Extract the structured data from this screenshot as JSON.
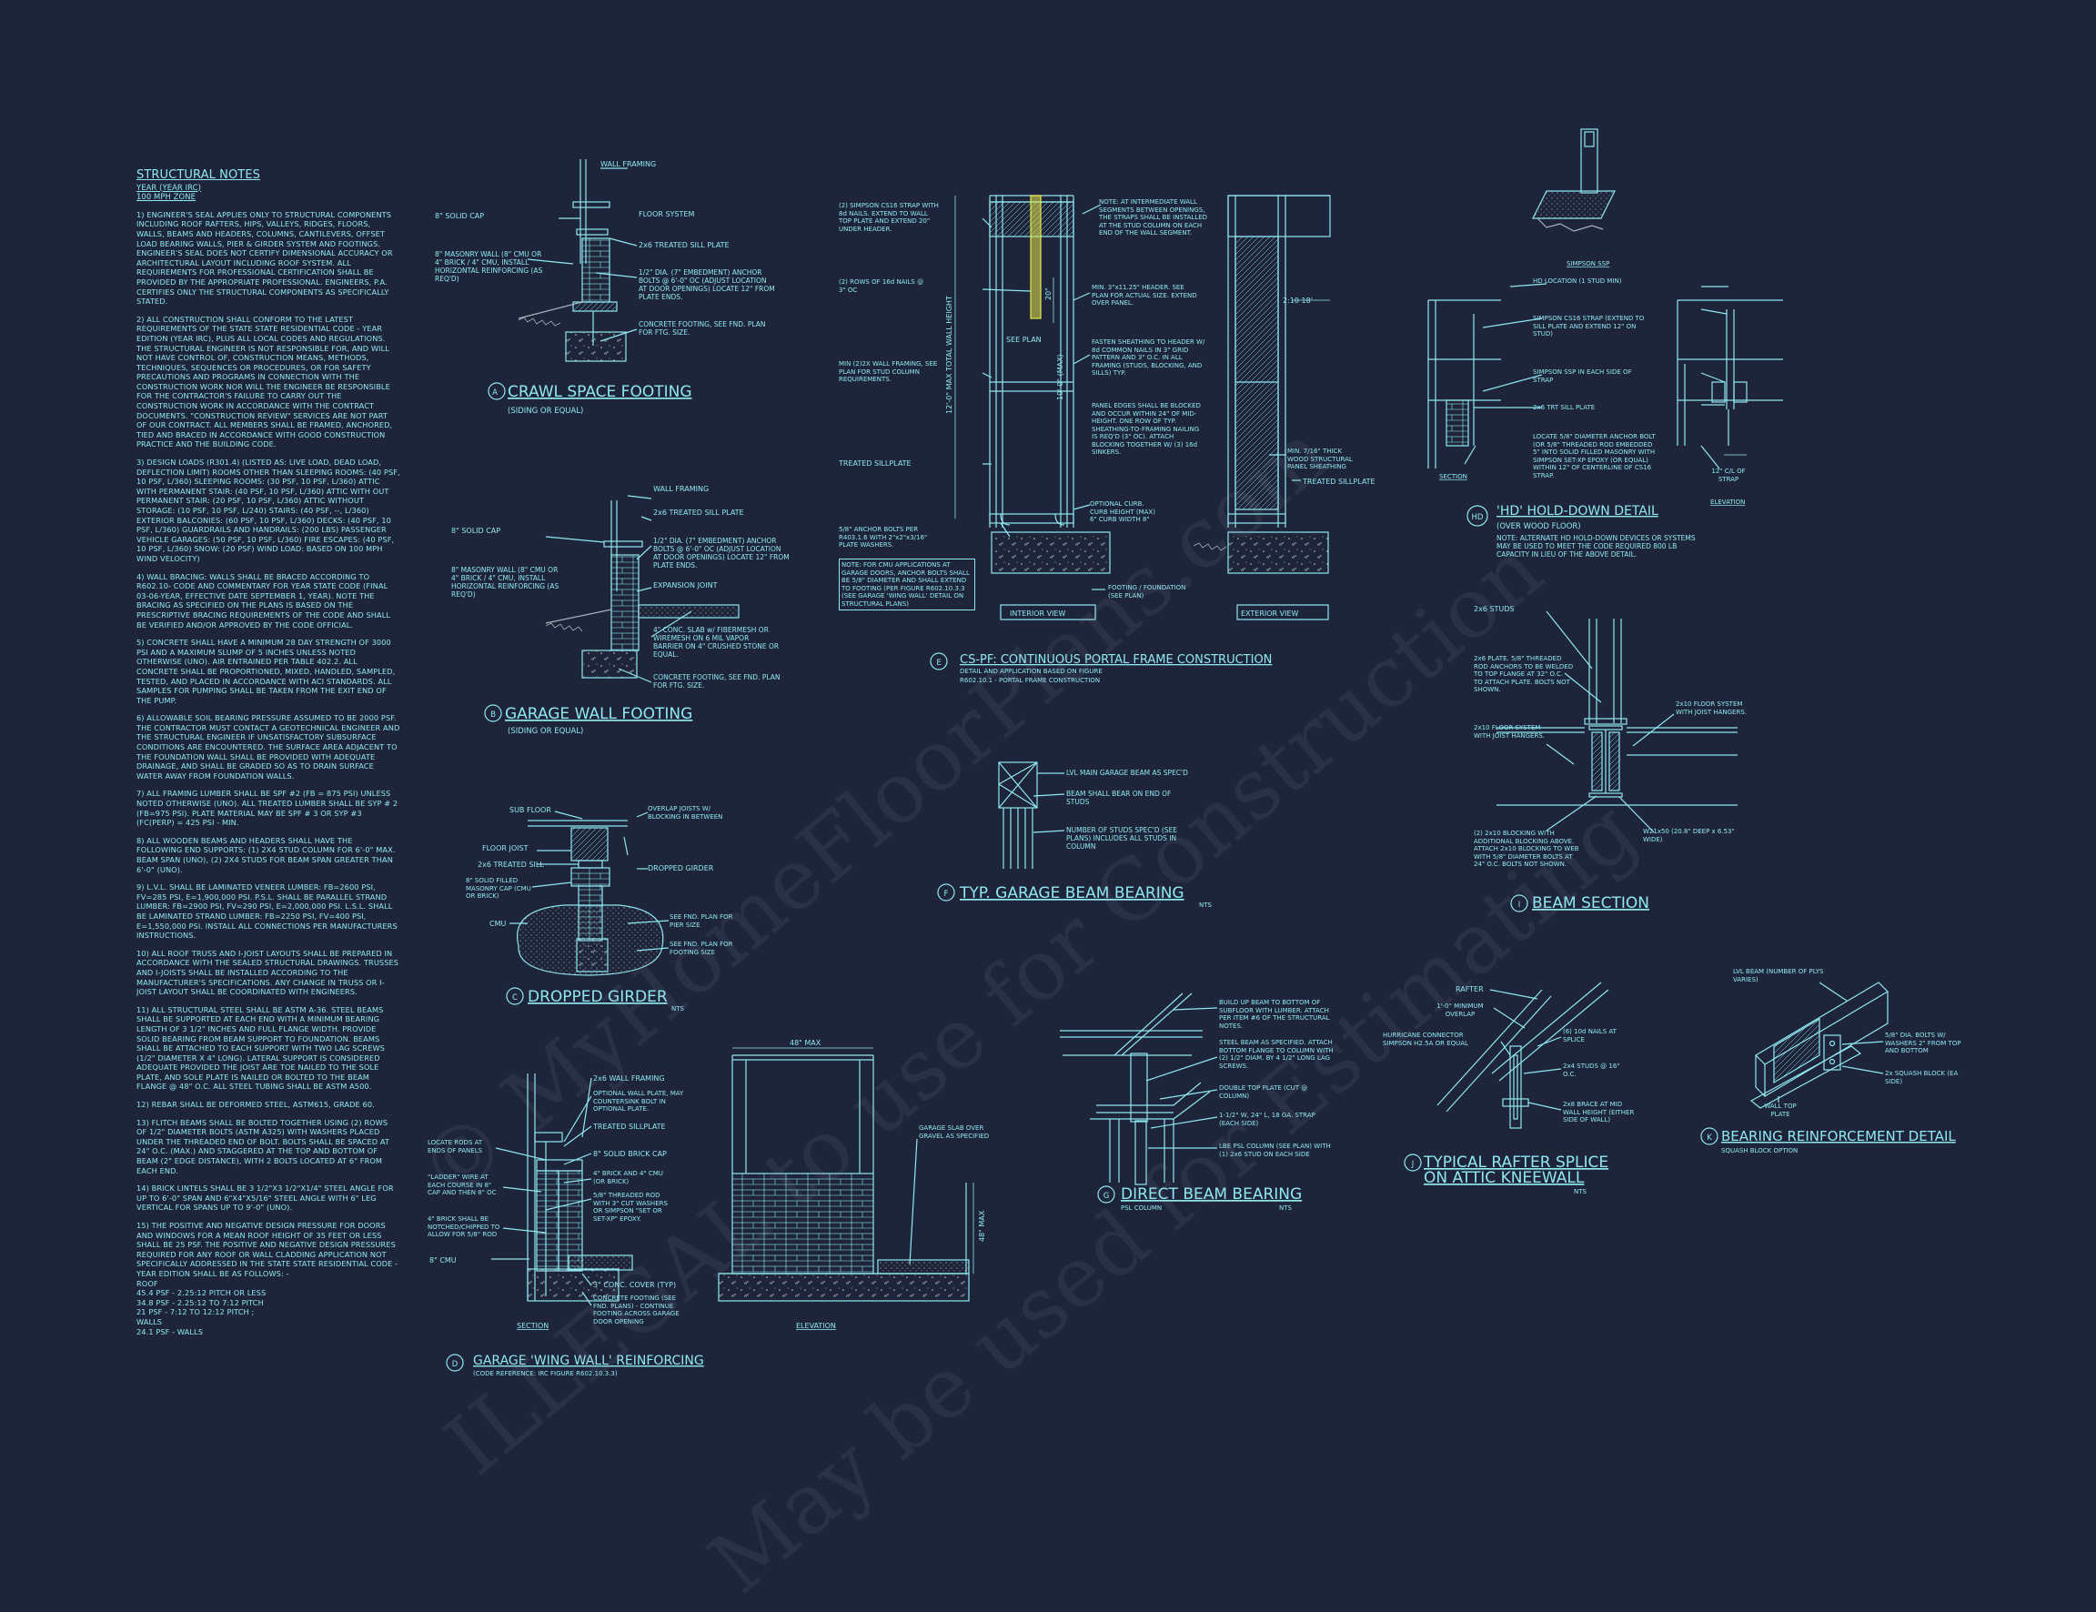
{
  "notes": {
    "title": "STRUCTURAL NOTES",
    "sub1": "YEAR (YEAR IRC)",
    "sub2": "100 mph ZONE",
    "paragraphs": [
      "1) ENGINEER'S SEAL APPLIES ONLY TO STRUCTURAL COMPONENTS INCLUDING ROOF RAFTERS, HIPS, VALLEYS, RIDGES, FLOORS, WALLS, BEAMS AND HEADERS, COLUMNS, CANTILEVERS, OFFSET LOAD BEARING WALLS, PIER & GIRDER SYSTEM AND FOOTINGS. ENGINEER'S SEAL DOES NOT CERTIFY DIMENSIONAL ACCURACY OR ARCHITECTURAL LAYOUT INCLUDING ROOF SYSTEM. ALL REQUIREMENTS FOR PROFESSIONAL CERTIFICATION SHALL BE PROVIDED BY THE APPROPRIATE PROFESSIONAL. ENGINEERS, P.A. CERTIFIES ONLY THE STRUCTURAL COMPONENTS AS SPECIFICALLY STATED.",
      "2) ALL CONSTRUCTION SHALL CONFORM TO THE LATEST REQUIREMENTS OF THE STATE STATE RESIDENTIAL CODE - YEAR EDITION (YEAR IRC), PLUS ALL LOCAL CODES AND REGULATIONS. THE STRUCTURAL ENGINEER IS NOT RESPONSIBLE FOR, AND WILL NOT HAVE CONTROL OF, CONSTRUCTION MEANS, METHODS, TECHNIQUES, SEQUENCES OR PROCEDURES, OR FOR SAFETY PRECAUTIONS AND PROGRAMS IN CONNECTION WITH THE CONSTRUCTION WORK NOR WILL THE ENGINEER BE RESPONSIBLE FOR THE CONTRACTOR'S FAILURE TO CARRY OUT THE CONSTRUCTION WORK IN ACCORDANCE WITH THE CONTRACT DOCUMENTS. \"CONSTRUCTION REVIEW\" SERVICES ARE NOT PART OF OUR CONTRACT. ALL MEMBERS SHALL BE FRAMED, ANCHORED, TIED AND BRACED IN ACCORDANCE WITH GOOD CONSTRUCTION PRACTICE AND THE BUILDING CODE.",
      "3) DESIGN LOADS (R301.4) (LISTED AS: LIVE LOAD, DEAD LOAD, DEFLECTION LIMIT) ROOMS OTHER THAN SLEEPING ROOMS: (40 PSF, 10 PSF, L/360) SLEEPING ROOMS: (30 PSF, 10 PSF, L/360) ATTIC WITH PERMANENT STAIR: (40 PSF, 10 PSF, L/360) ATTIC WITH OUT PERMANENT STAIR: (20 PSF, 10 PSF, L/360) ATTIC WITHOUT STORAGE: (10 PSF, 10 PSF, L/240) STAIRS: (40 PSF, --, L/360) EXTERIOR BALCONIES: (60 PSF, 10 PSF, L/360) DECKS: (40 PSF, 10 PSF, L/360) GUARDRAILS AND HANDRAILS: (200 LBS) PASSENGER VEHICLE GARAGES: (50 PSF, 10 PSF, L/360) FIRE ESCAPES: (40 PSF, 10 PSF, L/360) SNOW: (20 PSF) WIND LOAD: BASED ON 100 MPH WIND VELOCITY)",
      "4) WALL BRACING: WALLS SHALL BE BRACED ACCORDING TO R602.10- CODE AND COMMENTARY FOR YEAR STATE CODE (FINAL 03-06-YEAR, EFFECTIVE DATE SEPTEMBER 1, YEAR). NOTE THE BRACING AS SPECIFIED ON THE PLANS IS BASED ON THE PRESCRIPTIVE BRACING REQUIREMENTS OF THE CODE AND SHALL BE VERIFIED AND/OR APPROVED BY THE CODE OFFICIAL.",
      "5) CONCRETE SHALL HAVE A MINIMUM 28 DAY STRENGTH OF 3000 PSI AND A MAXIMUM SLUMP OF 5 INCHES UNLESS NOTED OTHERWISE (UNO). AIR ENTRAINED PER TABLE 402.2. ALL CONCRETE SHALL BE PROPORTIONED, MIXED, HANDLED, SAMPLED, TESTED, AND PLACED IN ACCORDANCE WITH ACI STANDARDS. ALL SAMPLES FOR PUMPING SHALL BE TAKEN FROM THE EXIT END OF THE PUMP.",
      "6) ALLOWABLE SOIL BEARING PRESSURE ASSUMED TO BE 2000 PSF. THE CONTRACTOR MUST CONTACT A GEOTECHNICAL ENGINEER AND THE STRUCTURAL ENGINEER IF UNSATISFACTORY SUBSURFACE CONDITIONS ARE ENCOUNTERED. THE SURFACE AREA ADJACENT TO THE FOUNDATION WALL SHALL BE PROVIDED WITH ADEQUATE DRAINAGE, AND SHALL BE GRADED SO AS TO DRAIN SURFACE WATER AWAY FROM FOUNDATION WALLS.",
      "7) ALL FRAMING LUMBER SHALL BE SPF #2 (Fb = 875 PSI) UNLESS NOTED OTHERWISE (UNO). ALL TREATED LUMBER SHALL BE SYP # 2 (Fb=975 PSI). PLATE MATERIAL MAY BE SPF # 3 OR SYP #3 (Fc(perp) = 425 PSI - MIN.",
      "8) ALL WOODEN BEAMS AND HEADERS SHALL HAVE THE FOLLOWING END SUPPORTS: (1) 2X4 STUD COLUMN FOR 6'-0\" MAX. BEAM SPAN (UNO), (2) 2X4 STUDS FOR BEAM SPAN GREATER THAN 6'-0\" (UNO).",
      "9) L.V.L. SHALL BE LAMINATED VENEER LUMBER: Fb=2600 PSI, Fv=285 PSI, E=1,900,000 PSI. P.S.L. SHALL BE PARALLEL STRAND LUMBER: Fb=2900 PSI, Fv=290 PSI, E=2,000,000 PSI. L.S.L. SHALL BE LAMINATED STRAND LUMBER: Fb=2250 PSI, Fv=400 PSI, E=1,550,000 PSI. INSTALL ALL CONNECTIONS PER MANUFACTURERS INSTRUCTIONS.",
      "10) ALL ROOF TRUSS AND I-JOIST LAYOUTS SHALL BE PREPARED IN ACCORDANCE WITH THE SEALED STRUCTURAL DRAWINGS. TRUSSES AND I-JOISTS SHALL BE INSTALLED ACCORDING TO THE MANUFACTURER'S SPECIFICATIONS. ANY CHANGE IN TRUSS OR I-JOIST LAYOUT SHALL BE COORDINATED WITH ENGINEERS.",
      "11) ALL STRUCTURAL STEEL SHALL BE ASTM A-36. STEEL BEAMS SHALL BE SUPPORTED AT EACH END WITH A MINIMUM BEARING LENGTH OF 3 1/2\" INCHES AND FULL FLANGE WIDTH. PROVIDE SOLID BEARING FROM BEAM SUPPORT TO FOUNDATION. BEAMS SHALL BE ATTACHED TO EACH SUPPORT WITH TWO LAG SCREWS (1/2\" DIAMETER x 4\" LONG). LATERAL SUPPORT IS CONSIDERED ADEQUATE PROVIDED THE JOIST ARE TOE NAILED TO THE SOLE PLATE, AND SOLE PLATE IS NAILED OR BOLTED TO THE BEAM FLANGE @ 48\" O.C. ALL STEEL TUBING SHALL BE ASTM A500.",
      "12) REBAR SHALL BE DEFORMED STEEL, ASTM615, GRADE 60.",
      "13) FLITCH BEAMS SHALL BE BOLTED TOGETHER USING (2) ROWS OF 1/2\" DIAMETER BOLTS (ASTM A325) WITH WASHERS PLACED UNDER THE THREADED END OF BOLT. BOLTS SHALL BE SPACED AT 24\" O.C. (MAX.) AND STAGGERED AT THE TOP AND BOTTOM OF BEAM (2\" EDGE DISTANCE), WITH 2 BOLTS LOCATED AT 6\" FROM EACH END.",
      "14) BRICK LINTELS SHALL BE 3 1/2\"x3 1/2\"x1/4\" STEEL ANGLE FOR UP TO 6'-0\" SPAN AND 6\"x4\"x5/16\" STEEL ANGLE WITH 6\" LEG VERTICAL FOR SPANS UP TO 9'-0\" (UNO).",
      "15) THE POSITIVE AND NEGATIVE DESIGN PRESSURE FOR DOORS AND WINDOWS FOR A MEAN ROOF HEIGHT OF 35 FEET OR LESS SHALL BE 25 PSF. THE POSITIVE AND NEGATIVE DESIGN PRESSURES REQUIRED FOR ANY ROOF OR WALL CLADDING APPLICATION NOT SPECIFICALLY ADDRESSED IN THE STATE STATE RESIDENTIAL CODE - YEAR EDITION SHALL BE AS FOLLOWS: -"
    ],
    "list_head1": "ROOF",
    "list": [
      "45.4 PSF - 2.25:12 PITCH OR LESS",
      "34.8 PSF - 2.25:12 TO 7:12 PITCH",
      "21 PSF - 7:12 TO 12:12 PITCH ;"
    ],
    "list_head2": "WALLS",
    "list2": [
      "24.1 PSF - WALLS"
    ]
  },
  "details": {
    "A": {
      "letter": "A",
      "title": "CRAWL SPACE FOOTING",
      "sub": "(SIDING OR EQUAL)",
      "labels": [
        "WALL FRAMING",
        "8\" SOLID CAP",
        "FLOOR SYSTEM",
        "2x6 TREATED SILL PLATE",
        "8\" MASONRY WALL (8\" CMU OR 4\" BRICK / 4\" CMU, INSTALL HORIZONTAL REINFORCING (AS REQ'D)",
        "1/2\" DIA. (7\" EMBEDMENT) ANCHOR BOLTS @ 6'-0\" OC (ADJUST LOCATION AT DOOR OPENINGS) LOCATE 12\" FROM PLATE ENDS.",
        "CONCRETE FOOTING, SEE FND. PLAN FOR FTG. SIZE."
      ]
    },
    "B": {
      "letter": "B",
      "title": "GARAGE WALL FOOTING",
      "sub": "(SIDING OR EQUAL)",
      "labels": [
        "WALL FRAMING",
        "2x6 TREATED SILL PLATE",
        "8\" SOLID CAP",
        "1/2\" DIA. (7\" EMBEDMENT) ANCHOR BOLTS @ 6'-0\" OC (ADJUST LOCATION AT DOOR OPENINGS) LOCATE 12\" FROM PLATE ENDS.",
        "8\" MASONRY WALL (8\" CMU OR 4\" BRICK / 4\" CMU, INSTALL HORIZONTAL REINFORCING (AS REQ'D)",
        "EXPANSION JOINT",
        "4\" CONC. SLAB w/ FIBERMESH OR WIREMESH ON 6 MIL VAPOR BARRIER ON 4\" CRUSHED STONE OR EQUAL.",
        "CONCRETE FOOTING, SEE FND. PLAN FOR FTG. SIZE."
      ]
    },
    "C": {
      "letter": "C",
      "title": "DROPPED GIRDER",
      "sub": "NTS",
      "labels": [
        "SUB FLOOR",
        "OVERLAP JOISTS W/ BLOCKING IN BETWEEN",
        "FLOOR JOIST",
        "2x6 TREATED SILL",
        "DROPPED GIRDER",
        "8\" SOLID FILLED MASONRY CAP (CMU OR BRICK)",
        "CMU",
        "SEE FND. PLAN FOR PIER SIZE",
        "SEE FND. PLAN FOR FOOTING SIZE"
      ]
    },
    "D": {
      "letter": "D",
      "title": "GARAGE 'WING WALL' REINFORCING",
      "sub": "(CODE REFERENCE: IRC FIGURE R602.10.3.3)",
      "labels": [
        "2x6 WALL FRAMING",
        "OPTIONAL WALL PLATE, MAY COUNTERSINK BOLT IN OPTIONAL PLATE.",
        "TREATED SILLPLATE",
        "LOCATE RODS AT ENDS OF PANELS",
        "8\" SOLID BRICK CAP",
        "\"LADDER\" WIRE AT EACH COURSE IN 8\" CAP AND THEN 8\" OC",
        "4\" BRICK AND 4\" CMU (OR BRICK)",
        "4\" BRICK SHALL BE NOTCHED/CHIPPED TO ALLOW FOR 5/8\" ROD",
        "5/8\" THREADED ROD WITH 3\" CUT WASHERS OR SIMPSON \"SET OR SET-XP\" EPOXY.",
        "8\" CMU",
        "3\" CONC. COVER (TYP)",
        "CONCRETE FOOTING (SEE FND. PLANS) - CONTINUE FOOTING ACROSS GARAGE DOOR OPENING",
        "GARAGE SLAB OVER GRAVEL AS SPECIFIED",
        "48\" MAX",
        "48\" MAX",
        "SECTION",
        "ELEVATION"
      ]
    },
    "E": {
      "letter": "E",
      "title": "CS-PF: CONTINUOUS PORTAL FRAME CONSTRUCTION",
      "sub1": "DETAIL AND APPLICATION BASED ON FIGURE",
      "sub2": "R602.10.1 - PORTAL FRAME CONSTRUCTION",
      "labels": [
        "(2) SIMPSON CS16 STRAP WITH 8d NAILS. EXTEND TO WALL TOP PLATE AND EXTEND 20\" UNDER HEADER.",
        "NOTE: AT INTERMEDIATE WALL SEGMENTS BETWEEN OPENINGS, THE STRAPS SHALL BE INSTALLED AT THE STUD COLUMN ON EACH END OF THE WALL SEGMENT.",
        "(2) ROWS OF 16d NAILS @ 3\" OC",
        "MIN. 3\"x11.25\" HEADER. SEE PLAN FOR ACTUAL SIZE. EXTEND OVER PANEL.",
        "2:10 18'",
        "MIN (2)2X WALL FRAMING, SEE PLAN FOR STUD COLUMN REQUIREMENTS.",
        "FASTEN SHEATHING TO HEADER W/ 8d COMMON NAILS IN 3\" GRID PATTERN AND 3\" O.C. IN ALL FRAMING (STUDS, BLOCKING, AND SILLS) TYP.",
        "PANEL EDGES SHALL BE BLOCKED AND OCCUR WITHIN 24\" OF MID-HEIGHT. ONE ROW OF TYP. SHEATHING-TO-FRAMING NAILING IS REQ'D (3\" OC). ATTACH BLOCKING TOGETHER W/ (3) 16d SINKERS.",
        "MIN. 7/16\" THICK WOOD STRUCTURAL PANEL SHEATHING",
        "TREATED SILLPLATE",
        "TREATED SILLPLATE",
        "OPTIONAL CURB. CURB HEIGHT (MAX) 6\" CURB WIDTH 8\"",
        "5/8\" ANCHOR BOLTS PER R403.1.6 WITH 2\"x2\"x3/16\" PLATE WASHERS.",
        "NOTE: FOR CMU APPLICATIONS AT GARAGE DOORS, ANCHOR BOLTS SHALL BE 5/8\" DIAMETER AND SHALL EXTEND TO FOOTING (PER FIGURE R602.10.3.3 (SEE GARAGE 'WING WALL' DETAIL ON STRUCTURAL PLANS)",
        "FOOTING / FOUNDATION (SEE PLAN)",
        "12'-0\" MAX TOTAL WALL HEIGHT",
        "10'-0\" (MAX)",
        "20\"",
        "SEE PLAN",
        "INTERIOR VIEW",
        "EXTERIOR VIEW"
      ]
    },
    "F": {
      "letter": "F",
      "title": "TYP. GARAGE BEAM BEARING",
      "sub": "NTS",
      "labels": [
        "LVL MAIN GARAGE BEAM AS SPEC'D",
        "BEAM SHALL BEAR ON END OF STUDS",
        "NUMBER OF STUDS SPEC'D (SEE PLANS) INCLUDES ALL STUDS IN COLUMN"
      ]
    },
    "G": {
      "letter": "G",
      "title": "DIRECT BEAM BEARING",
      "sub1": "PSL COLUMN",
      "sub2": "NTS",
      "labels": [
        "BUILD UP BEAM TO BOTTOM OF SUBFLOOR WITH LUMBER. ATTACH PER ITEM #6 OF THE STRUCTURAL NOTES.",
        "STEEL BEAM AS SPECIFIED. ATTACH BOTTOM FLANGE TO COLUMN WITH (2) 1/2\" DIAM. BY 4 1/2\" LONG LAG SCREWS.",
        "DOUBLE TOP PLATE (CUT @ COLUMN)",
        "1-1/2\" W, 24\" L, 18 GA. STRAP (EACH SIDE)",
        "LBE PSL COLUMN (SEE PLAN) WITH (1) 2x6 STUD ON EACH SIDE"
      ]
    },
    "HD": {
      "letter": "HD",
      "title": "'HD' HOLD-DOWN DETAIL",
      "sub": "(OVER WOOD FLOOR)",
      "note": "NOTE: ALTERNATE HD HOLD-DOWN DEVICES OR SYSTEMS MAY BE USED TO MEET THE CODE REQUIRED 800 LB CAPACITY IN LIEU OF THE ABOVE DETAIL.",
      "labels": [
        "SIMPSON SSP",
        "HD LOCATION (1 STUD MIN)",
        "SIMPSON CS16 STRAP (EXTEND TO SILL PLATE AND EXTEND 12\" ON STUD)",
        "SIMPSON SSP IN EACH SIDE OF STRAP",
        "2x6 TRT SILL PLATE",
        "LOCATE 5/8\" DIAMETER ANCHOR BOLT (OR 5/8\" THREADED ROD EMBEDDED 5\" INTO SOLID FILLED MASONRY WITH SIMPSON SET-XP EPOXY (OR EQUAL) WITHIN 12\" OF CENTERLINE OF CS16 STRAP.",
        "12\" C/L OF STRAP",
        "SECTION",
        "ELEVATION"
      ]
    },
    "I": {
      "letter": "I",
      "title": "BEAM SECTION",
      "sub": "",
      "labels": [
        "2x6 STUDS",
        "2x6 PLATE. 5/8\" THREADED ROD ANCHORS TO BE WELDED TO TOP FLANGE AT 32\" O.C. TO ATTACH PLATE. BOLTS NOT SHOWN.",
        "2x10 FLOOR SYSTEM WITH JOIST HANGERS.",
        "2x10 FLOOR SYSTEM WITH JOIST HANGERS.",
        "(2) 2x10 BLOCKING WITH ADDITIONAL BLOCKING ABOVE. ATTACH 2x10 BLOCKING TO WEB WITH 5/8\" DIAMETER BOLTS AT 24\" O.C. BOLTS NOT SHOWN.",
        "W21x50 (20.8\" DEEP x 6.53\" WIDE)"
      ]
    },
    "J": {
      "letter": "J",
      "title1": "TYPICAL RAFTER SPLICE",
      "title2": "ON ATTIC KNEEWALL",
      "sub": "NTS",
      "labels": [
        "RAFTER",
        "1'-0\" MINIMUM OVERLAP",
        "HURRICANE CONNECTOR SIMPSON H2.5A OR EQUAL",
        "(6) 10d NAILS AT SPLICE",
        "2x4 STUDS @ 16\" O.C.",
        "2x8 BRACE AT MID WALL HEIGHT (EITHER SIDE OF WALL)"
      ]
    },
    "K": {
      "letter": "K",
      "title": "BEARING REINFORCEMENT DETAIL",
      "sub": "SQUASH BLOCK OPTION",
      "labels": [
        "LVL BEAM (NUMBER OF PLYS VARIES)",
        "5/8\" DIA. BOLTS W/ WASHERS 2\" FROM TOP AND BOTTOM",
        "2x SQUASH BLOCK (EA SIDE)",
        "WALL TOP PLATE"
      ]
    }
  },
  "watermark": [
    "© MyHomeFloorPlans.com",
    "ILLEGAL to use for Construction",
    "May be used for Estimating"
  ],
  "colors": {
    "background": "#1e253a",
    "linework": "#8fe8f0",
    "highlight": "#e8e84a",
    "hatch": "#9aa3b3"
  }
}
